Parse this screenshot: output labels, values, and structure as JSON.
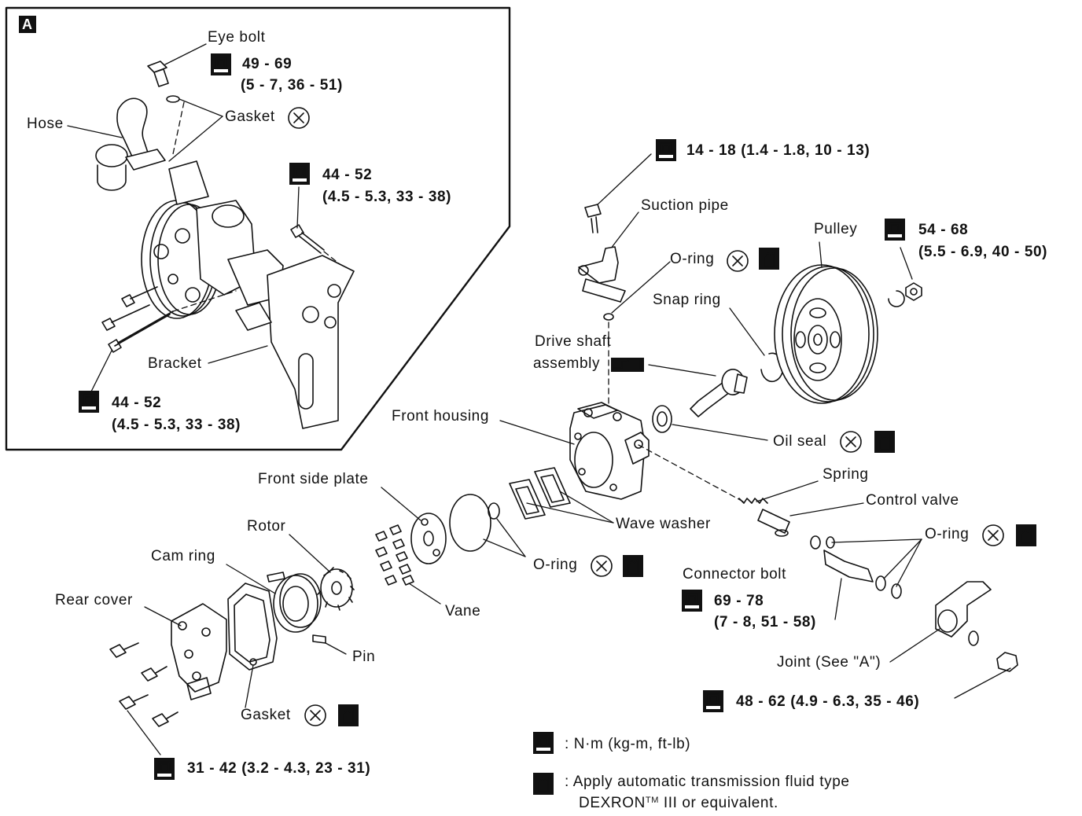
{
  "inset": {
    "badge": "A",
    "eye_bolt": "Eye bolt",
    "eye_bolt_torque_1": "49 - 69",
    "eye_bolt_torque_2": "(5 - 7, 36 - 51)",
    "gasket": "Gasket",
    "hose": "Hose",
    "upper_bolt_torque_1": "44 - 52",
    "upper_bolt_torque_2": "(4.5 - 5.3, 33 - 38)",
    "bracket": "Bracket",
    "lower_bolt_torque_1": "44 - 52",
    "lower_bolt_torque_2": "(4.5 - 5.3, 33 - 38)"
  },
  "main": {
    "suction_bolt_torque": "14 - 18 (1.4 - 1.8, 10 - 13)",
    "suction_pipe": "Suction pipe",
    "o_ring_top": "O-ring",
    "pulley": "Pulley",
    "pulley_nut_torque_1": "54 - 68",
    "pulley_nut_torque_2": "(5.5 - 6.9, 40 - 50)",
    "snap_ring": "Snap ring",
    "drive_shaft_1": "Drive shaft",
    "drive_shaft_2": "assembly",
    "front_housing": "Front housing",
    "oil_seal": "Oil seal",
    "spring": "Spring",
    "control_valve": "Control valve",
    "o_ring_right": "O-ring",
    "front_side_plate": "Front side plate",
    "wave_washer": "Wave washer",
    "rotor": "Rotor",
    "o_ring_mid": "O-ring",
    "cam_ring": "Cam ring",
    "connector_bolt": "Connector bolt",
    "connector_torque_1": "69 - 78",
    "connector_torque_2": "(7 - 8, 51 - 58)",
    "vane": "Vane",
    "rear_cover": "Rear cover",
    "pin": "Pin",
    "joint": "Joint (See \"A\")",
    "joint_nut_torque": "48 - 62 (4.9 - 6.3, 35 - 46)",
    "gasket_bottom": "Gasket",
    "rear_cover_torque": "31 - 42 (3.2 - 4.3, 23 - 31)"
  },
  "legend": {
    "torque_unit": ": N·m (kg-m, ft-lb)",
    "fluid_1": ": Apply automatic transmission fluid type",
    "fluid_2a": "DEXRON",
    "fluid_2tm": "TM",
    "fluid_2b": " III or equivalent."
  },
  "icons": {
    "torque": "torque-wrench-icon",
    "replace": "do-not-reuse-x-icon",
    "fluid": "apply-atf-icon",
    "fluid_grease": "apply-grease-icon"
  }
}
